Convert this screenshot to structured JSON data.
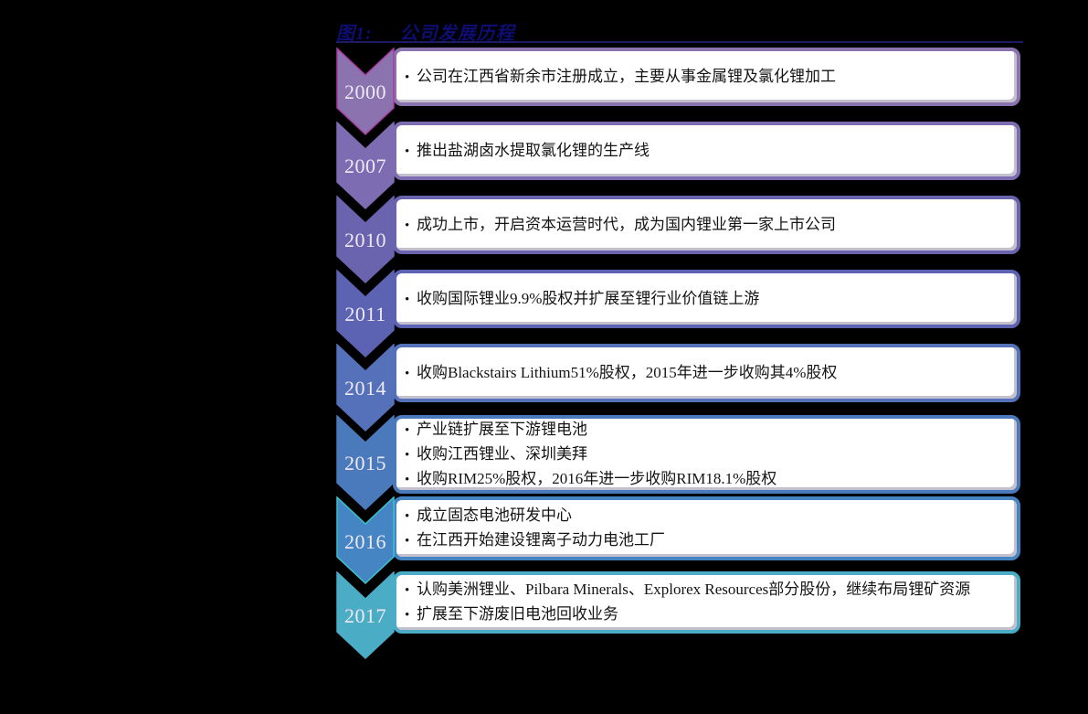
{
  "header": {
    "figure_label": "图1:",
    "title": "公司发展历程",
    "title_color": "#0d0d72",
    "rule_color": "#1b1b66"
  },
  "bullet": "•",
  "colors": {
    "background": "#000000",
    "box_fill": "#ffffff",
    "body_text": "#141414",
    "year_text": "#efe9f5"
  },
  "timeline": [
    {
      "year": "2000",
      "color": "#8A73AE",
      "edge": "#A93CA2",
      "items": [
        "公司在江西省新余市注册成立，主要从事金属锂及氯化锂加工"
      ]
    },
    {
      "year": "2007",
      "color": "#7E6CB2",
      "edge": "#7E6CB2",
      "items": [
        "推出盐湖卤水提取氯化锂的生产线"
      ]
    },
    {
      "year": "2010",
      "color": "#6A63AE",
      "edge": "#6A63AE",
      "items": [
        "成功上市，开启资本运营时代，成为国内锂业第一家上市公司"
      ]
    },
    {
      "year": "2011",
      "color": "#5C63B2",
      "edge": "#5C63B2",
      "items": [
        "收购国际锂业9.9%股权并扩展至锂行业价值链上游"
      ]
    },
    {
      "year": "2014",
      "color": "#5471BA",
      "edge": "#5471BA",
      "items": [
        "收购Blackstairs Lithium51%股权，2015年进一步收购其4%股权"
      ]
    },
    {
      "year": "2015",
      "color": "#4A7ABB",
      "edge": "#4A7ABB",
      "items": [
        "产业链扩展至下游锂电池",
        "收购江西锂业、深圳美拜",
        "收购RIM25%股权，2016年进一步收购RIM18.1%股权"
      ]
    },
    {
      "year": "2016",
      "color": "#4585C3",
      "edge": "#38C5CE",
      "items": [
        "成立固态电池研发中心",
        "在江西开始建设锂离子动力电池工厂"
      ]
    },
    {
      "year": "2017",
      "color": "#4BACC6",
      "edge": "#4BACC6",
      "items": [
        "认购美洲锂业、Pilbara Minerals、Explorex Resources部分股份，继续布局锂矿资源",
        "扩展至下游废旧电池回收业务"
      ]
    }
  ]
}
